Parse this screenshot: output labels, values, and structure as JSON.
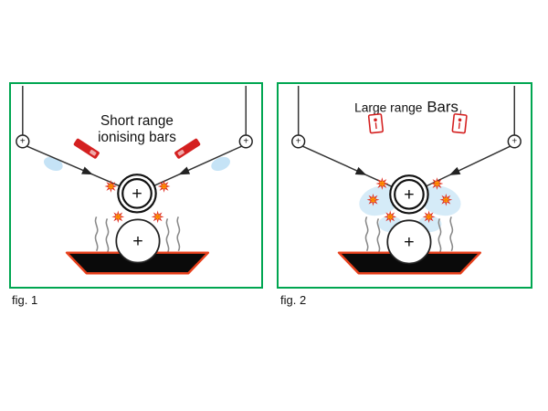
{
  "fig1": {
    "title_line1": "Short range",
    "title_line2": "ionising bars",
    "caption": "fig. 1",
    "plus": "+"
  },
  "fig2": {
    "title_part1": "Large range",
    "title_part2": "Bars",
    "caption": "fig. 2",
    "plus": "+"
  },
  "colors": {
    "panel_border": "#00a651",
    "bar_red": "#d42020",
    "bar_highlight": "#f0a8a8",
    "tray_edge": "#e8401c",
    "tray_fill": "#0a0a0a",
    "glow_blue": "#bfe0f5",
    "spark_outer": "#e02b20",
    "spark_inner": "#ffd400",
    "spark_core": "#ff7a00",
    "line_dark": "#333333"
  }
}
